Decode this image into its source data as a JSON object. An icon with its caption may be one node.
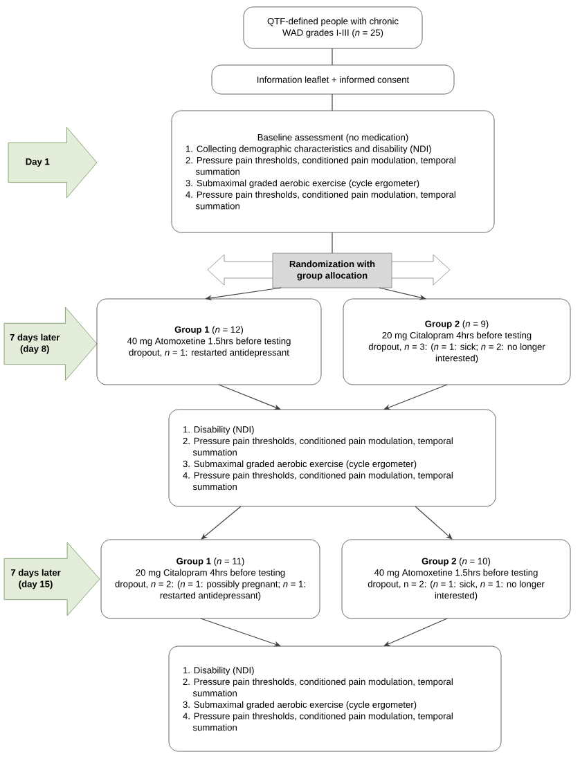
{
  "diagram": {
    "nodes": [
      {
        "text": [
          "QTF-defined people with chronic WAD grades I-III (*n* = 25)"
        ]
      },
      {
        "text": [
          "Information leaflet + informed consent"
        ]
      },
      {
        "text": [
          "Day 1"
        ]
      },
      {
        "text": [
          "Baseline assessment (no medication)",
          "1. Collecting demographic characteristics and disability (NDI)",
          "2. Pressure pain thresholds, conditioned pain modulation, temporal summation",
          "3. Submaximal graded aerobic exercise (cycle ergometer)",
          "4. Pressure pain thresholds, conditioned pain modulation, temporal summation"
        ]
      },
      {
        "text": [
          "Randomization with group allocation"
        ]
      },
      {
        "text": [
          "7 days later (day 8)"
        ]
      },
      {
        "text": [
          "**Group 1** (*n* = 12)",
          "40 mg Atomoxetine 1.5hrs before testing",
          "dropout, *n* = 1: restarted antidepressant"
        ]
      },
      {
        "text": [
          "**Group 2** (*n* = 9)",
          "20 mg Citalopram 4hrs before testing",
          "dropout, *n* = 3: (*n* = 1: sick; *n* = 2: no longer interested)"
        ]
      },
      {
        "text": [
          "1. Disability (NDI)",
          "2. Pressure pain thresholds, conditioned pain modulation, temporal summation",
          "3. Submaximal graded aerobic exercise (cycle ergometer)",
          "4. Pressure pain thresholds, conditioned pain modulation, temporal summation"
        ]
      },
      {
        "text": [
          "7 days later (day 15)"
        ]
      },
      {
        "text": [
          "**Group 1** (*n* = 11)",
          "20 mg Citalopram 4hrs before testing",
          "dropout, *n* = 2: (*n* = 1: possibly pregnant; *n* = 1: restarted antidepressant)"
        ]
      },
      {
        "text": [
          "**Group 2** (*n* = 10)",
          "40 mg Atomoxetine 1.5hrs before testing",
          "dropout, n = 2: (*n* = 1: sick, *n* = 1: no longer interested)"
        ]
      },
      {
        "text": [
          "1. Disability (NDI)",
          "2. Pressure pain thresholds, conditioned pain modulation, temporal summation",
          "3. Submaximal graded aerobic exercise (cycle ergometer)",
          "4. Pressure pain thresholds, conditioned pain modulation, temporal summation"
        ]
      }
    ],
    "edges": [
      {
        "from": 0,
        "to": 1,
        "arrow": "none"
      },
      {
        "from": 1,
        "to": 3,
        "arrow": "none"
      },
      {
        "from": 3,
        "to": 4,
        "arrow": "none"
      },
      {
        "from": 4,
        "to": 6,
        "arrow": "to"
      },
      {
        "from": 4,
        "to": 7,
        "arrow": "to"
      },
      {
        "from": 6,
        "to": 8,
        "arrow": "to"
      },
      {
        "from": 7,
        "to": 8,
        "arrow": "to"
      },
      {
        "from": 8,
        "to": 10,
        "arrow": "to"
      },
      {
        "from": 8,
        "to": 11,
        "arrow": "to"
      },
      {
        "from": 10,
        "to": 12,
        "arrow": "to"
      },
      {
        "from": 11,
        "to": 12,
        "arrow": "to"
      }
    ]
  }
}
